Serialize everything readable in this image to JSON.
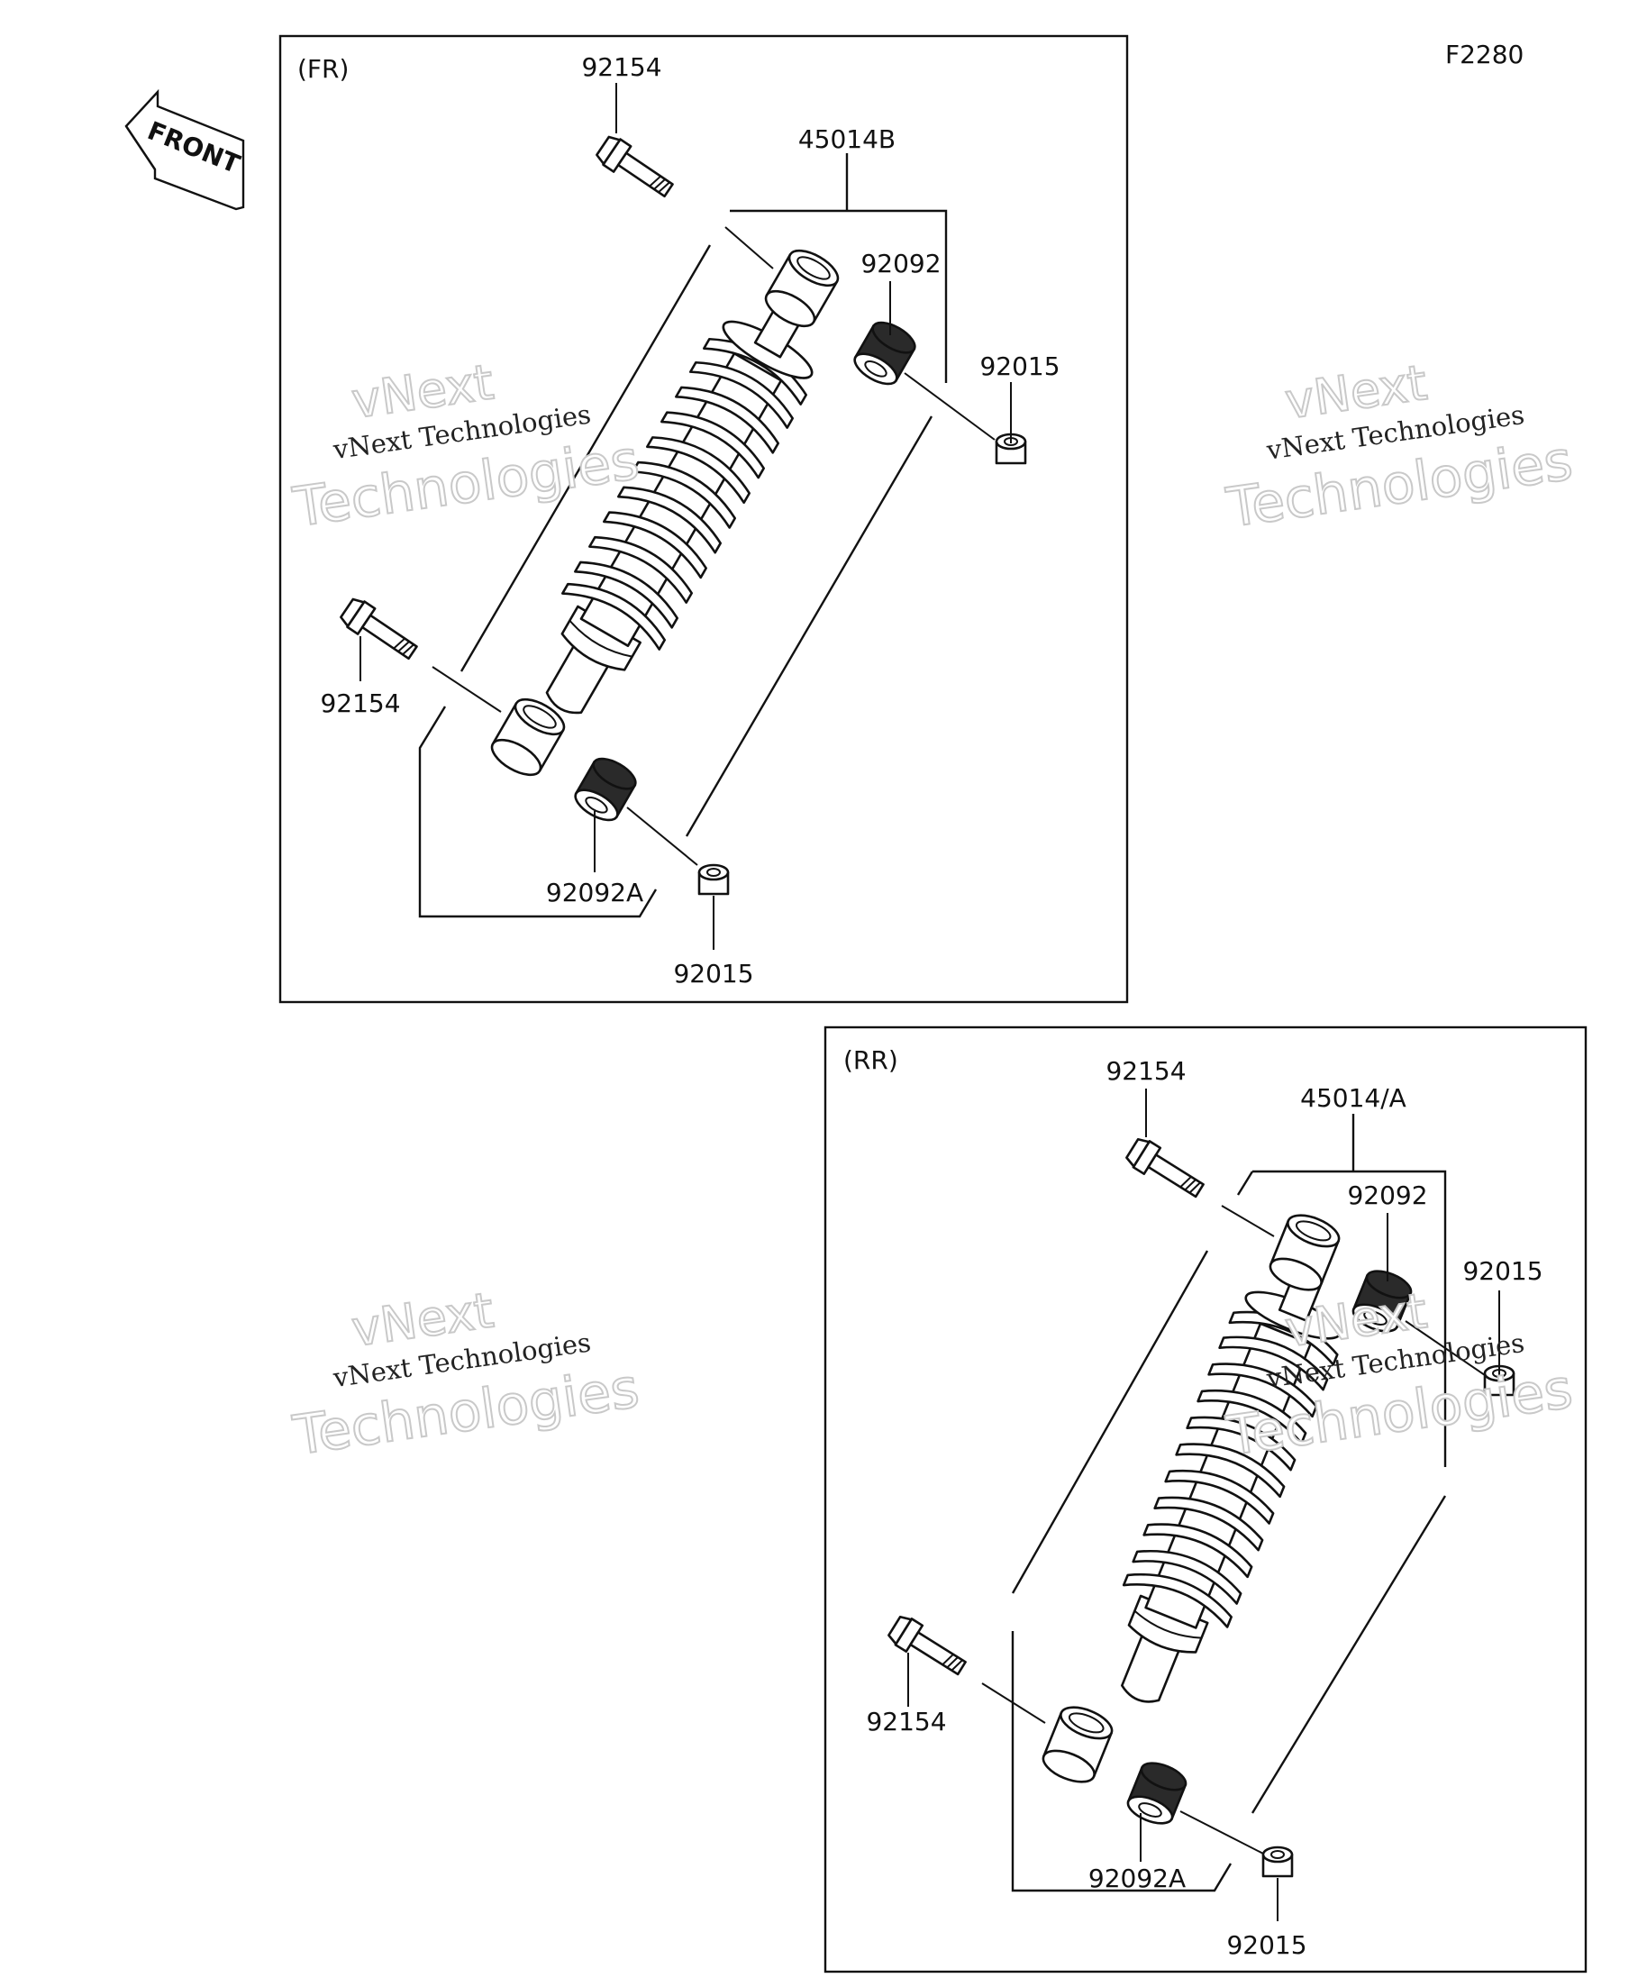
{
  "figure_code": "F2280",
  "front_arrow": {
    "label": "FRONT",
    "icon": "front-direction-arrow-icon"
  },
  "panels": [
    {
      "id": "fr",
      "label": "(FR)",
      "assembly_part": "45014B",
      "parts": {
        "bolt_top": "92154",
        "bushing_top": "92092",
        "nut_top": "92015",
        "bolt_bottom": "92154",
        "bushing_bottom": "92092A",
        "nut_bottom": "92015"
      }
    },
    {
      "id": "rr",
      "label": "(RR)",
      "assembly_part": "45014/A",
      "parts": {
        "bolt_top": "92154",
        "bushing_top": "92092",
        "nut_top": "92015",
        "bolt_bottom": "92154",
        "bushing_bottom": "92092A",
        "nut_bottom": "92015"
      }
    }
  ],
  "watermark": {
    "line_small": "vNext",
    "line_mid": "vNext Technologies",
    "line_big": "Technologies"
  }
}
